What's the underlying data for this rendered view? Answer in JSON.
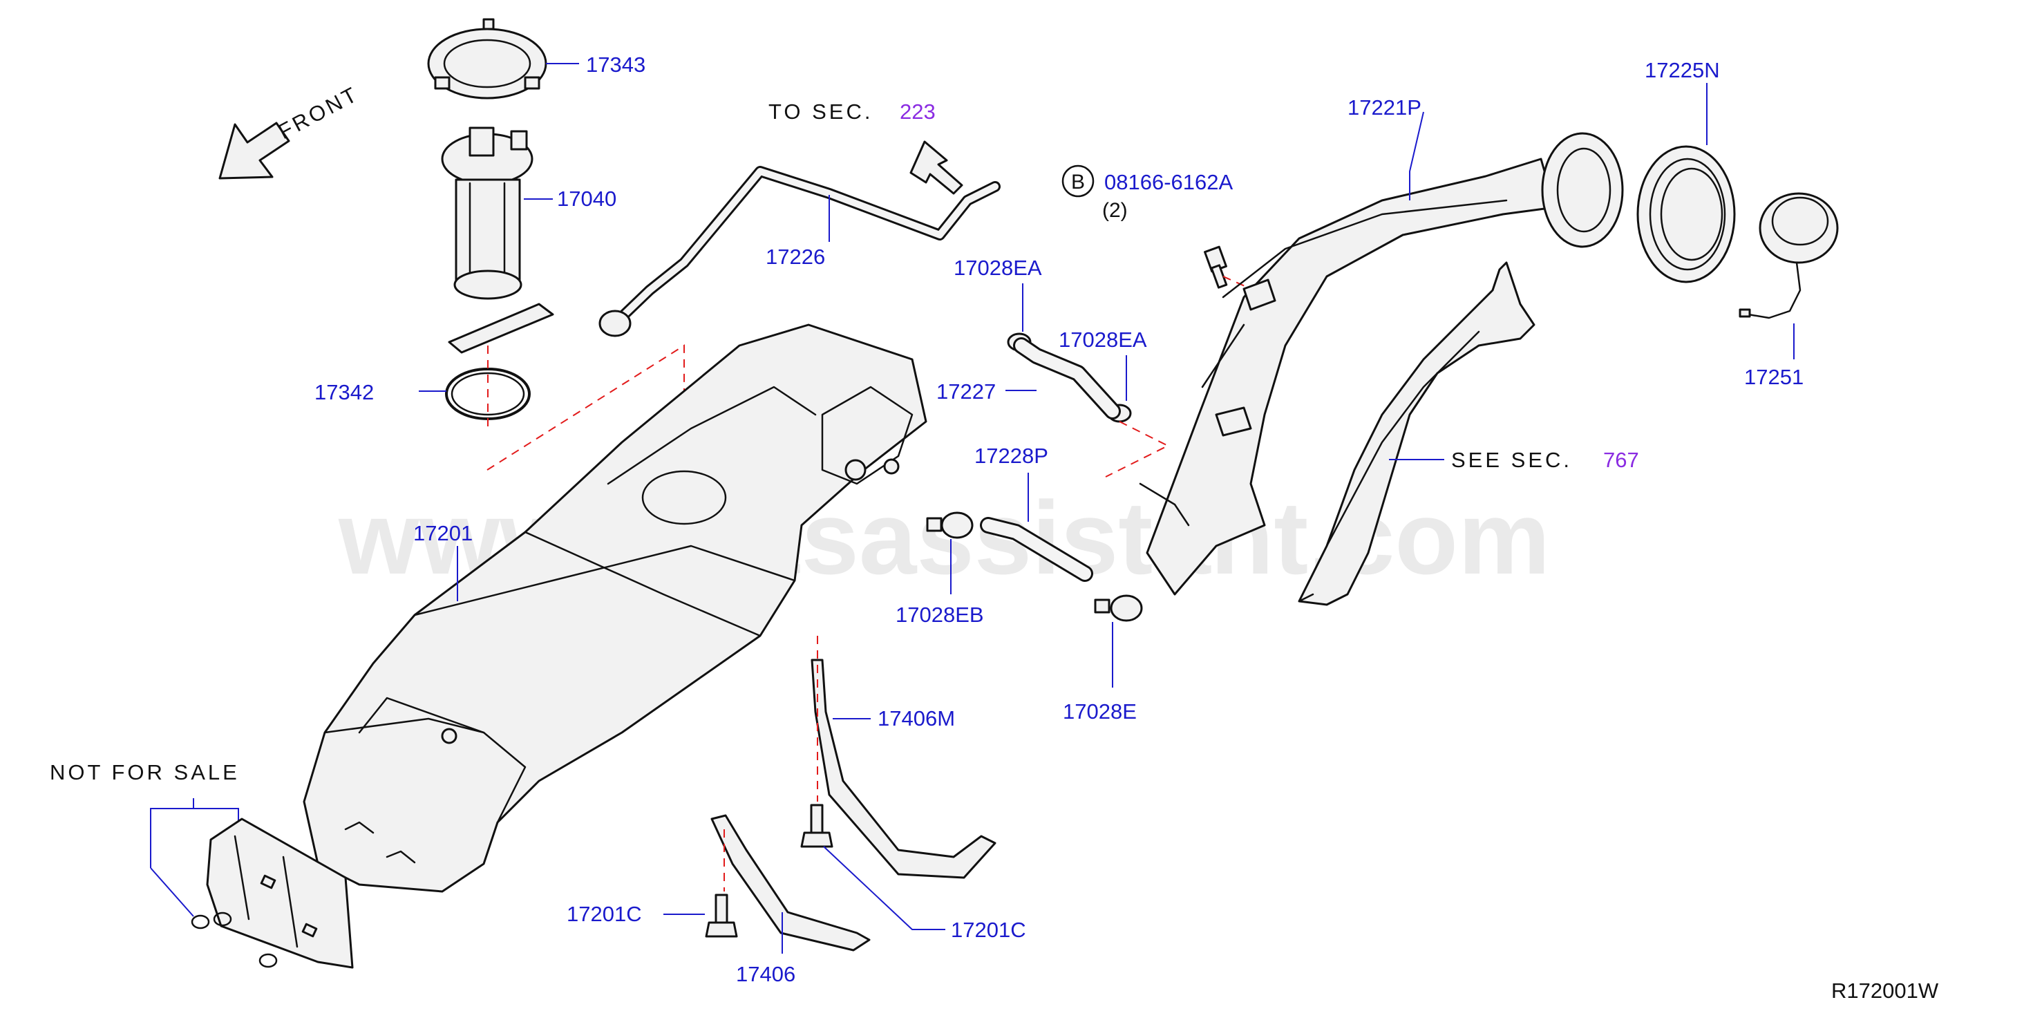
{
  "diagram": {
    "id_code": "R172001W",
    "watermark": "www.partsassistant.com",
    "front_label": "FRONT",
    "to_sec_label": "TO  SEC.",
    "to_sec_number": "223",
    "see_sec_label": "SEE  SEC.",
    "see_sec_number": "767",
    "not_for_sale": "NOT  FOR  SALE",
    "bolt_badge": "B",
    "bolt_part": "08166-6162A",
    "bolt_qty": "(2)",
    "parts": {
      "p17343": "17343",
      "p17040": "17040",
      "p17342": "17342",
      "p17201": "17201",
      "p17226": "17226",
      "p17028EA_1": "17028EA",
      "p17028EA_2": "17028EA",
      "p17227": "17227",
      "p17228P": "17228P",
      "p17028EB": "17028EB",
      "p17028E": "17028E",
      "p17221P": "17221P",
      "p17225N": "17225N",
      "p17251": "17251",
      "p17406M": "17406M",
      "p17201C_1": "17201C",
      "p17201C_2": "17201C",
      "p17406": "17406"
    }
  }
}
